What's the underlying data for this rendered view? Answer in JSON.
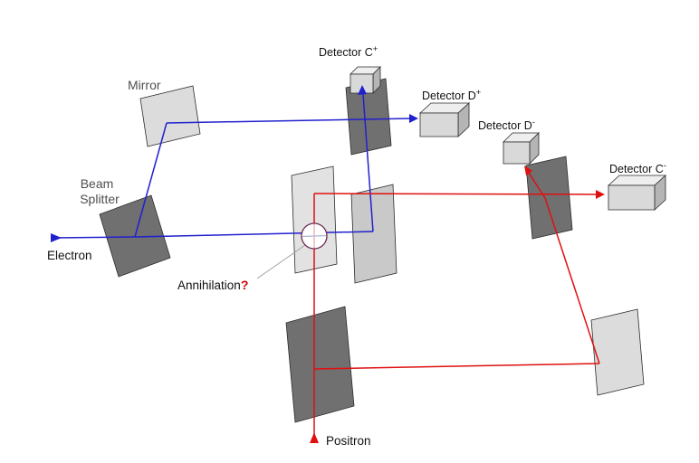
{
  "diagram": {
    "labels": {
      "mirror": "Mirror",
      "beam_line1": "Beam",
      "beam_line2": "Splitter",
      "electron": "Electron",
      "positron": "Positron",
      "annihilation": "Annihilation",
      "annihilation_mark": "?",
      "det_c_plus_base": "Detector C",
      "det_c_plus_sup": "+",
      "det_d_plus_base": "Detector D",
      "det_d_plus_sup": "+",
      "det_d_minus_base": "Detector D",
      "det_d_minus_sup": "-",
      "det_c_minus_base": "Detector C",
      "det_c_minus_sup": "-"
    },
    "colors": {
      "electron_path": "#2020cf",
      "positron_path": "#e01010",
      "annihilation_ring": "#6e2a4e",
      "faded_blue": "#aab4d8",
      "faded_red": "#e3b0b0",
      "mirror_fill": "#dcdcdc",
      "splitter_dark_fill": "#707070",
      "splitter_light_mid_fill": "#e2e2e2",
      "splitter_gray_mid_fill": "#c9c9c9",
      "box_front": "#d9d9d9",
      "box_top": "#eeeeee",
      "box_side": "#b5b5b5",
      "label_gray": "#4f4f4f",
      "question_red": "#cc0000",
      "leader_gray": "#9a9a9a"
    }
  }
}
